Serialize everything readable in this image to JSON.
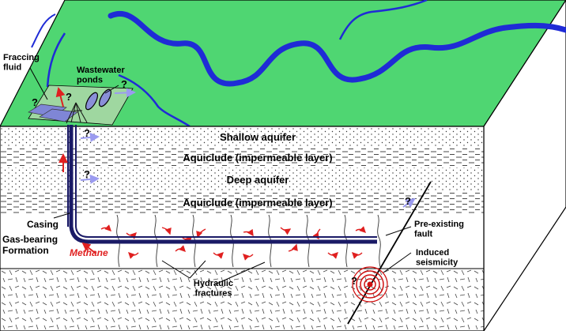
{
  "colors": {
    "surface": "#4fd672",
    "river": "#1f2bd6",
    "methane": "#e02020",
    "fault": "#000000",
    "seismic": "#d01010",
    "well": "#1a1a66",
    "pad": "#9fd7a0",
    "seep_arrow": "#9b9bf0"
  },
  "surface": {
    "fraccing_fluid": "Fraccing\nfluid",
    "wastewater_ponds": "Wastewater\nponds",
    "unknown_mark": "?"
  },
  "layers": {
    "shallow_aquifer": "Shallow aquifer",
    "aquiclude_1": "Aquiclude (impermeable layer)",
    "deep_aquifer": "Deep aquifer",
    "aquiclude_2": "Aquiclude (impermeable layer)"
  },
  "labels": {
    "casing": "Casing",
    "gas_bearing": "Gas-bearing\nFormation",
    "methane": "Methane",
    "hydraulic_fractures": "Hydraulic\nfractures",
    "pre_existing_fault": "Pre-existing\nfault",
    "induced_seismicity": "Induced\nseismicity"
  }
}
